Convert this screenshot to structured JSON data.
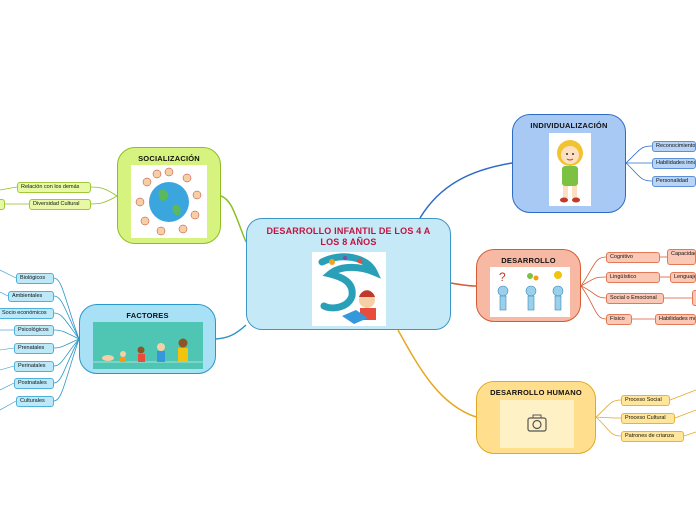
{
  "central": {
    "title": "DESARROLLO INFANTIL DE LOS 4 A LOS 8 AÑOS"
  },
  "topics": {
    "individualizacion": {
      "title": "INDIVIDUALIZACIÓN",
      "items": [
        "Reconocimiento",
        "Habilidades innatas",
        "Personalidad"
      ]
    },
    "desarrollo": {
      "title": "DESARROLLO",
      "items": [
        "Cognitivo",
        "Lingüístico",
        "Social o Emocional",
        "Físico"
      ],
      "subitems": [
        "Capacidad de resolución de problemas",
        "Lenguaje",
        "",
        "Habilidades motoras"
      ]
    },
    "humano": {
      "title": "DESARROLLO HUMANO",
      "items": [
        "Proceso Social",
        "Proceso Cultural",
        "Patrones de crianza"
      ]
    },
    "socializacion": {
      "title": "SOCIALIZACIÓN",
      "items": [
        "Relación con los demás",
        "Diversidad Cultural"
      ]
    },
    "factores": {
      "title": "FACTORES",
      "items": [
        "Biológicos",
        "Ambientales",
        "Socio económicos",
        "Psicológicos",
        "Prenatales",
        "Perinatales",
        "Postnatales",
        "Culturales"
      ]
    }
  },
  "icons": {
    "camera": "camera-icon"
  },
  "colors": {
    "blue": "#2d6cc4",
    "red": "#d65a33",
    "yellow": "#e5a823",
    "green": "#8dbe23",
    "cyan": "#2a97c9"
  }
}
